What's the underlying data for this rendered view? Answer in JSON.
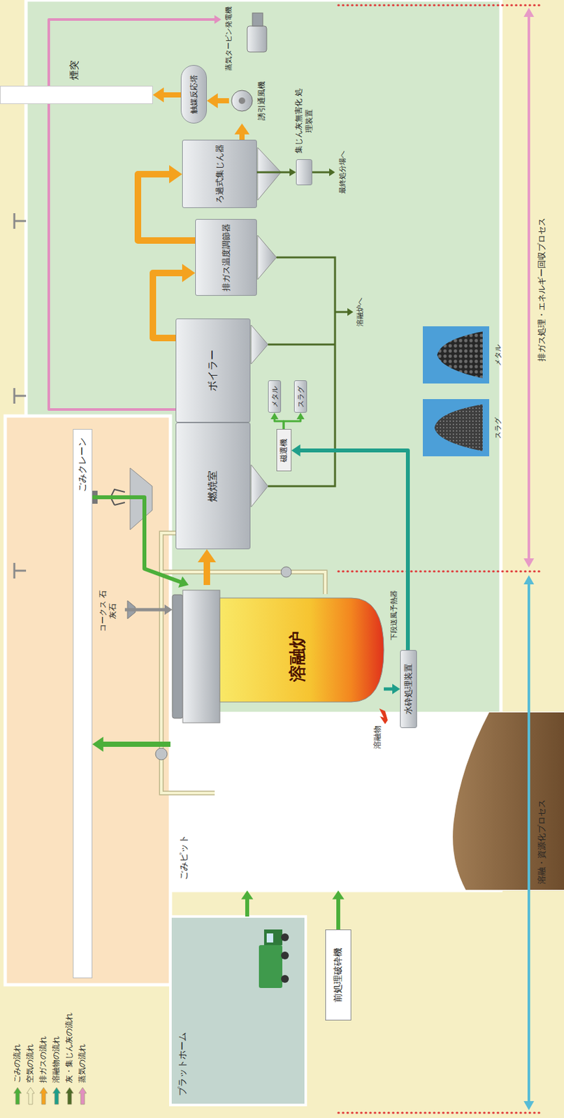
{
  "diagram": {
    "nodes": [
      {
        "text": [
          "プラットホーム"
        ]
      },
      {
        "text": [
          "前処理破砕機"
        ]
      },
      {
        "text": [
          "ごみピット"
        ]
      },
      {
        "text": [
          "ごみクレーン"
        ]
      },
      {
        "text": [
          "コークス 石灰石"
        ]
      },
      {
        "text": [
          "溶融炉"
        ]
      },
      {
        "text": [
          "水砕処理装置"
        ]
      },
      {
        "text": [
          "燃焼室"
        ]
      },
      {
        "text": [
          "ボイラー"
        ]
      },
      {
        "text": [
          "磁選機"
        ]
      },
      {
        "text": [
          "メタル"
        ]
      },
      {
        "text": [
          "スラグ"
        ]
      },
      {
        "text": [
          "排ガス温度調節器"
        ]
      },
      {
        "text": [
          "ろ過式集じん器"
        ]
      },
      {
        "text": [
          "集じん灰無害化 処理装置"
        ]
      },
      {
        "text": [
          "誘引通風機"
        ]
      },
      {
        "text": [
          "触媒反応塔"
        ]
      },
      {
        "text": [
          "煙突"
        ]
      },
      {
        "text": [
          "蒸気タービン発電機"
        ]
      }
    ],
    "edges": [
      {
        "from": 0,
        "to": 2,
        "arrow": "to"
      },
      {
        "from": 1,
        "to": 2,
        "arrow": "to"
      },
      {
        "from": 2,
        "to": 3,
        "arrow": "to"
      },
      {
        "from": 3,
        "to": 5,
        "arrow": "to"
      },
      {
        "from": 4,
        "to": 5,
        "arrow": "to"
      },
      {
        "from": 5,
        "to": 7,
        "arrow": "to"
      },
      {
        "from": 5,
        "to": 6,
        "arrow": "to"
      },
      {
        "from": 6,
        "to": 9,
        "arrow": "to"
      },
      {
        "from": 9,
        "to": 10,
        "arrow": "to"
      },
      {
        "from": 9,
        "to": 11,
        "arrow": "to"
      },
      {
        "from": 8,
        "to": 12,
        "arrow": "to"
      },
      {
        "from": 12,
        "to": 13,
        "arrow": "to"
      },
      {
        "from": 13,
        "to": 15,
        "arrow": "to"
      },
      {
        "from": 15,
        "to": 16,
        "arrow": "to"
      },
      {
        "from": 16,
        "to": 17,
        "arrow": "to"
      },
      {
        "from": 8,
        "to": 18,
        "arrow": "to"
      },
      {
        "from": 13,
        "to": 14,
        "arrow": "to"
      }
    ],
    "labels": [
      "溶融物",
      "下段送風予熱器",
      "溶融炉へ",
      "最終処分場へ",
      "スラグ",
      "メタル",
      "溶融・資源化プロセス",
      "排ガス処理・エネルギー回収プロセス"
    ],
    "legend": [
      {
        "text": "ごみの流れ",
        "color": "#4caf3a"
      },
      {
        "text": "空気の流れ",
        "color": "#f3efc3"
      },
      {
        "text": "排ガスの流れ",
        "color": "#f4a21f"
      },
      {
        "text": "溶融物の流れ",
        "color": "#1f9e8a"
      },
      {
        "text": "灰・集じん灰の流れ",
        "color": "#4d6b27"
      },
      {
        "text": "蒸気の流れ",
        "color": "#e28fbf"
      }
    ]
  }
}
